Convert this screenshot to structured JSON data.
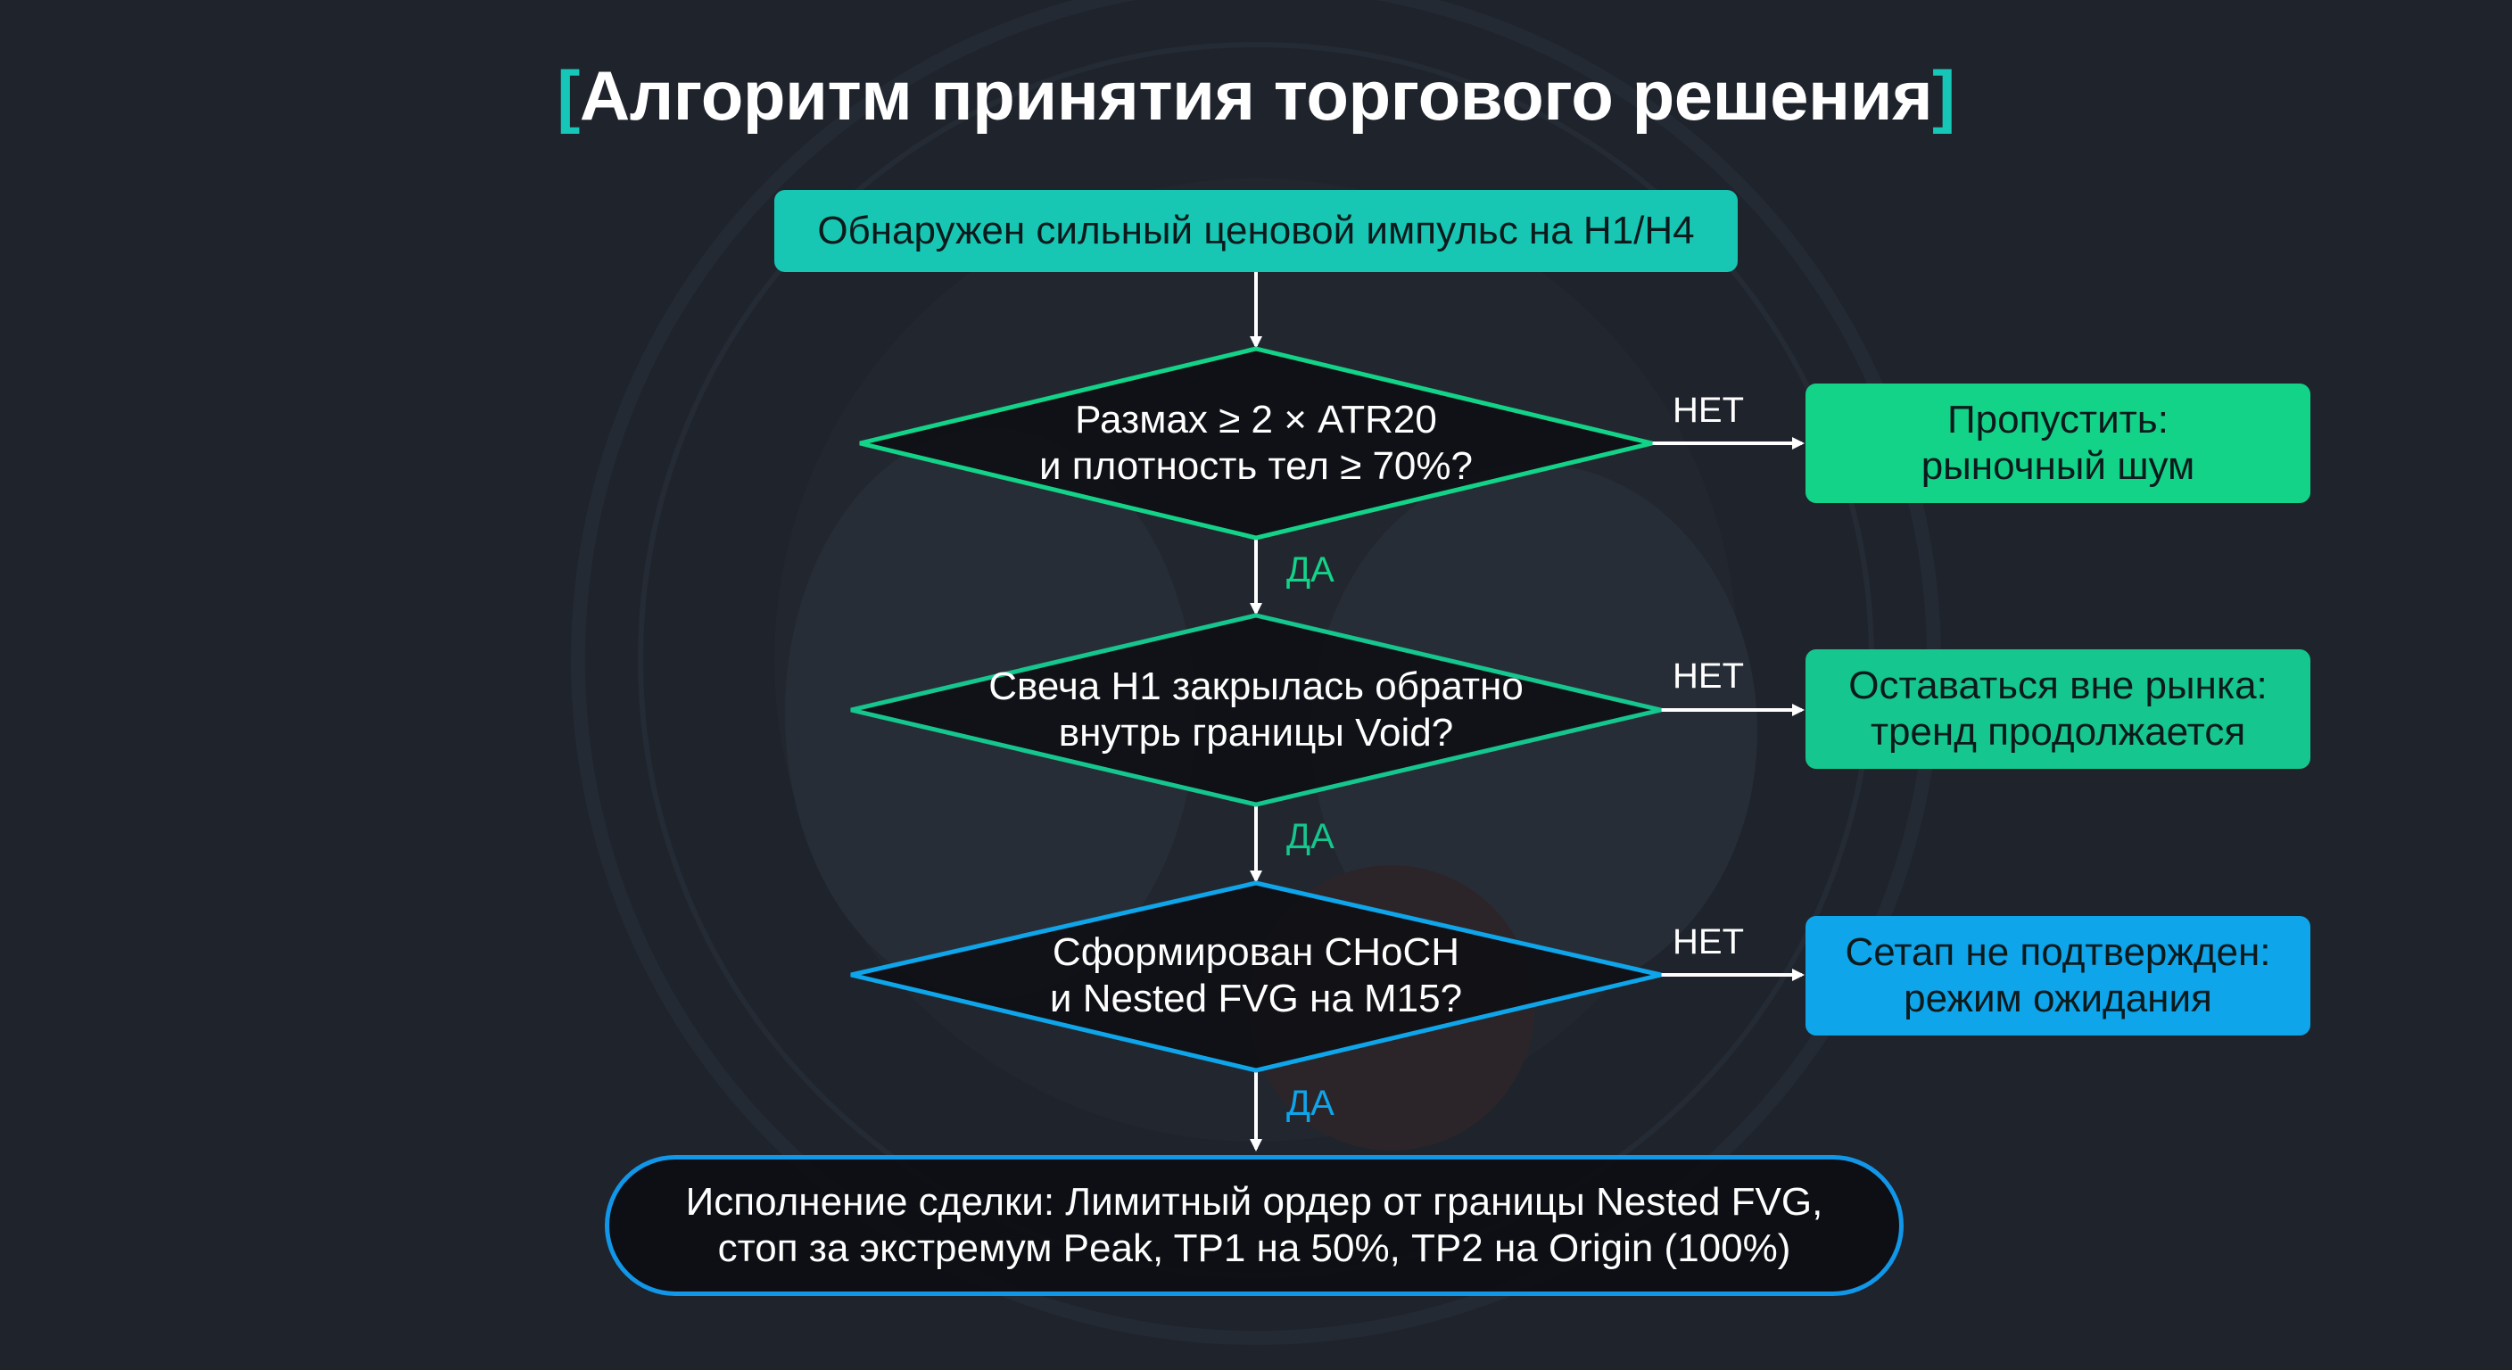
{
  "title": {
    "open_bracket": "[",
    "text": "Алгоритм принятия торгового решения",
    "close_bracket": "]"
  },
  "start": {
    "label": "Обнаружен сильный ценовой импульс на H1/H4"
  },
  "decisions": [
    {
      "question": "Размах ≥ 2 × ATR20\nи плотность тел ≥ 70%?",
      "yes": "ДА",
      "no": "НЕТ",
      "no_outcome": "Пропустить:\nрыночный шум",
      "color": "#13d389"
    },
    {
      "question": "Свеча H1 закрылась обратно\nвнутрь границы Void?",
      "yes": "ДА",
      "no": "НЕТ",
      "no_outcome": "Оставаться вне рынка:\nтренд продолжается",
      "color": "#15c68e"
    },
    {
      "question": "Сформирован CHoCH\nи Nested FVG на M15?",
      "yes": "ДА",
      "no": "НЕТ",
      "no_outcome": "Сетап не подтвержден:\nрежим ожидания",
      "color": "#0ea5ea"
    }
  ],
  "final": {
    "label": "Исполнение сделки: Лимитный ордер от границы Nested FVG,\nстоп за экстремум Peak, TP1 на 50%, TP2 на Origin (100%)"
  },
  "colors": {
    "background": "#1e232c",
    "start_box": "#17c7b4",
    "accent_bracket": "#16c7b7",
    "final_border": "#1296e8"
  }
}
